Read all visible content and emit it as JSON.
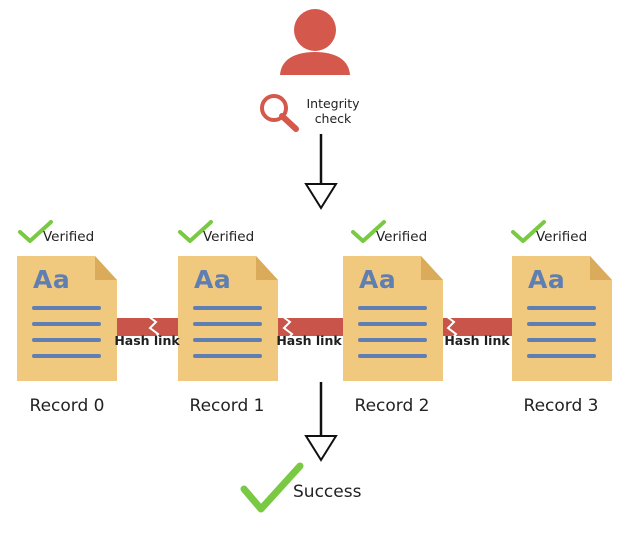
{
  "check": {
    "title": "Integrity\ncheck",
    "user_icon": "user-icon",
    "magnifier_icon": "magnifier-icon"
  },
  "chain": {
    "doc_glyph": "Aa",
    "verified_text": "Verified",
    "hash_link_label": "Hash link",
    "records": [
      {
        "label": "Record 0"
      },
      {
        "label": "Record 1"
      },
      {
        "label": "Record 2"
      },
      {
        "label": "Record 3"
      }
    ]
  },
  "result": {
    "label": "Success"
  },
  "colors": {
    "user": "#d4584b",
    "document_fill": "#f0c97f",
    "document_fold": "#d9ab5b",
    "document_lines": "#5f7fb3",
    "link": "#c9544a",
    "check": "#7ac943",
    "arrow": "#111111"
  }
}
